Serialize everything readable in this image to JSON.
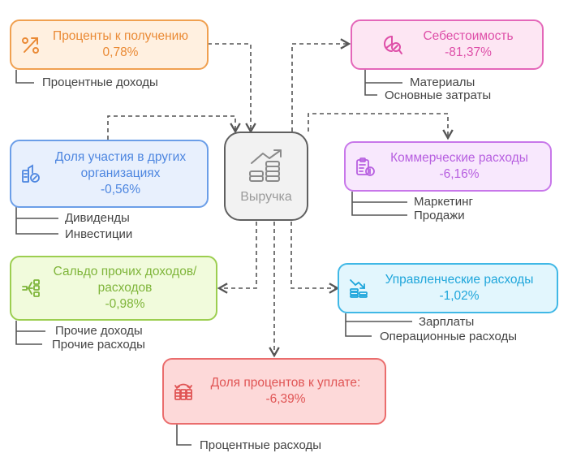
{
  "diagram": {
    "center": {
      "label": "Выручка",
      "icon": "revenue-growth-coins-icon"
    },
    "nodes": [
      {
        "id": "interest-receivable",
        "title": "Проценты к получению",
        "value": "0,78%",
        "color": "#ea8a35",
        "icon": "percent-arrow-icon",
        "subitems": [
          "Процентные доходы"
        ]
      },
      {
        "id": "cost-of-sales",
        "title": "Себестоимость",
        "value": "-81,37%",
        "color": "#de4fa8",
        "icon": "pie-chart-search-icon",
        "subitems": [
          "Материалы",
          "Основные затраты"
        ]
      },
      {
        "id": "participation-share",
        "title": "Доля участия в других",
        "title2": "организациях",
        "value": "-0,56%",
        "color": "#4d86e0",
        "icon": "buildings-percent-icon",
        "subitems": [
          "Дивиденды",
          "Инвестиции"
        ]
      },
      {
        "id": "commercial-expenses",
        "title": "Коммерческие расходы",
        "value": "-6,16%",
        "color": "#b75fe0",
        "icon": "clipboard-dollar-icon",
        "subitems": [
          "Маркетинг",
          "Продажи"
        ]
      },
      {
        "id": "other-income-balance",
        "title": "Сальдо прочих доходов/",
        "title2": "расходов",
        "value": "-0,98%",
        "color": "#7fb53a",
        "icon": "hierarchy-flow-icon",
        "subitems": [
          "Прочие доходы",
          "Прочие расходы"
        ]
      },
      {
        "id": "administrative-expenses",
        "title": "Управленческие расходы",
        "value": "-1,02%",
        "color": "#1fa6db",
        "icon": "declining-coins-icon",
        "subitems": [
          "Зарплаты",
          "Операционные расходы"
        ]
      },
      {
        "id": "interest-payable",
        "title": "Доля процентов к уплате:",
        "value": "-6,39%",
        "color": "#e05555",
        "icon": "exchange-grid-icon",
        "subitems": [
          "Процентные расходы"
        ]
      }
    ]
  }
}
